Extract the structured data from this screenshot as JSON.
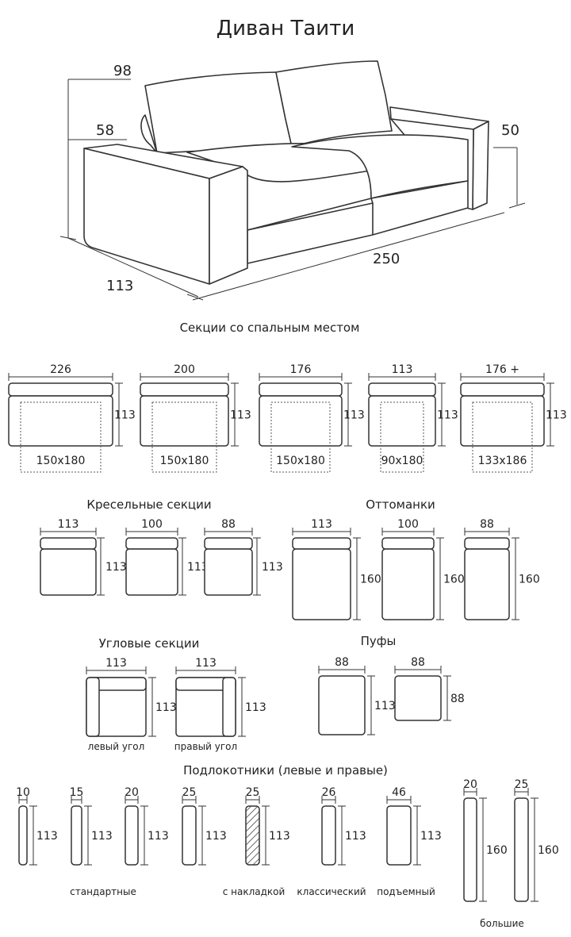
{
  "title": "Диван Таити",
  "hero": {
    "dims": [
      "98",
      "58",
      "50",
      "113",
      "250"
    ]
  },
  "sections": [
    {
      "id": "sleep",
      "heading": "Секции со спальным местом",
      "items": [
        {
          "width": "226",
          "depth": "113",
          "bed": "150x180"
        },
        {
          "width": "200",
          "depth": "113",
          "bed": "150x180"
        },
        {
          "width": "176",
          "depth": "113",
          "bed": "150x180"
        },
        {
          "width": "113",
          "depth": "113",
          "bed": "90x180"
        },
        {
          "width": "176 +",
          "depth": "113",
          "bed": "133x186"
        }
      ]
    },
    {
      "id": "armchair",
      "heading": "Кресельные секции",
      "items": [
        {
          "width": "113",
          "depth": "113"
        },
        {
          "width": "100",
          "depth": "113"
        },
        {
          "width": "88",
          "depth": "113"
        }
      ]
    },
    {
      "id": "ottoman",
      "heading": "Оттоманки",
      "items": [
        {
          "width": "113",
          "depth": "160"
        },
        {
          "width": "100",
          "depth": "160"
        },
        {
          "width": "88",
          "depth": "160"
        }
      ]
    },
    {
      "id": "corner",
      "heading": "Угловые секции",
      "items": [
        {
          "width": "113",
          "depth": "113",
          "caption": "левый угол"
        },
        {
          "width": "113",
          "depth": "113",
          "caption": "правый угол"
        }
      ]
    },
    {
      "id": "pouf",
      "heading": "Пуфы",
      "items": [
        {
          "width": "88",
          "depth": "113"
        },
        {
          "width": "88",
          "depth": "88"
        }
      ]
    },
    {
      "id": "armrest",
      "heading": "Подлокотники (левые и правые)",
      "items": [
        {
          "width": "10",
          "depth": "113"
        },
        {
          "width": "15",
          "depth": "113"
        },
        {
          "width": "20",
          "depth": "113"
        },
        {
          "width": "25",
          "depth": "113"
        },
        {
          "width": "25",
          "depth": "113"
        },
        {
          "width": "26",
          "depth": "113"
        },
        {
          "width": "46",
          "depth": "113"
        },
        {
          "width": "20",
          "depth": "160"
        },
        {
          "width": "25",
          "depth": "160"
        }
      ],
      "captions": [
        "стандартные",
        "с накладкой",
        "классический",
        "подъемный",
        "большие"
      ]
    }
  ]
}
